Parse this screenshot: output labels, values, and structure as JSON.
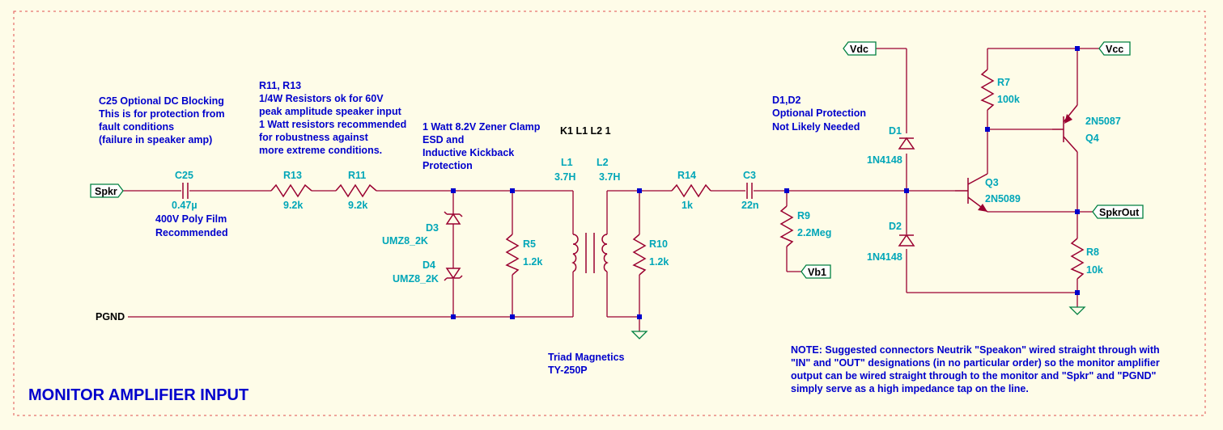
{
  "title": "MONITOR AMPLIFIER INPUT",
  "notes": {
    "c25_note": [
      "C25 Optional DC Blocking",
      "This is for protection from",
      "fault conditions",
      "(failure in speaker amp)"
    ],
    "resistor_note": [
      "R11, R13",
      "1/4W Resistors ok for 60V",
      "peak amplitude speaker input",
      "1 Watt resistors recommended",
      "for robustness against",
      "more extreme conditions."
    ],
    "zener_note": [
      "1 Watt 8.2V Zener Clamp",
      "ESD and",
      "Inductive Kickback",
      "Protection"
    ],
    "coupling": "K1 L1 L2 1",
    "diode_note": [
      "D1,D2",
      "Optional Protection",
      "Not Likely Needed"
    ],
    "transformer_note": [
      "Triad Magnetics",
      "TY-250P"
    ],
    "film_note": [
      "400V Poly Film",
      "Recommended"
    ],
    "connector_note": [
      "NOTE:  Suggested connectors Neutrik \"Speakon\" wired straight through with",
      "\"IN\" and \"OUT\" designations (in no particular order) so the monitor amplifier",
      "output can be wired straight through to the monitor and \"Spkr\" and \"PGND\"",
      "simply serve as a high impedance tap on the line."
    ]
  },
  "nets": {
    "spkr": "Spkr",
    "pgnd": "PGND",
    "vdc": "Vdc",
    "vcc": "Vcc",
    "spkrout": "SpkrOut",
    "vb1": "Vb1"
  },
  "components": {
    "c25": {
      "ref": "C25",
      "value": "0.47µ"
    },
    "r13": {
      "ref": "R13",
      "value": "9.2k"
    },
    "r11": {
      "ref": "R11",
      "value": "9.2k"
    },
    "d3": {
      "ref": "D3",
      "value": "UMZ8_2K"
    },
    "d4": {
      "ref": "D4",
      "value": "UMZ8_2K"
    },
    "r5": {
      "ref": "R5",
      "value": "1.2k"
    },
    "l1": {
      "ref": "L1",
      "value": "3.7H"
    },
    "l2": {
      "ref": "L2",
      "value": "3.7H"
    },
    "r10": {
      "ref": "R10",
      "value": "1.2k"
    },
    "r14": {
      "ref": "R14",
      "value": "1k"
    },
    "c3": {
      "ref": "C3",
      "value": "22n"
    },
    "r9": {
      "ref": "R9",
      "value": "2.2Meg"
    },
    "d1": {
      "ref": "D1",
      "value": "1N4148"
    },
    "d2": {
      "ref": "D2",
      "value": "1N4148"
    },
    "r7": {
      "ref": "R7",
      "value": "100k"
    },
    "q4": {
      "ref": "Q4",
      "value": "2N5087"
    },
    "q3": {
      "ref": "Q3",
      "value": "2N5089"
    },
    "r8": {
      "ref": "R8",
      "value": "10k"
    }
  }
}
